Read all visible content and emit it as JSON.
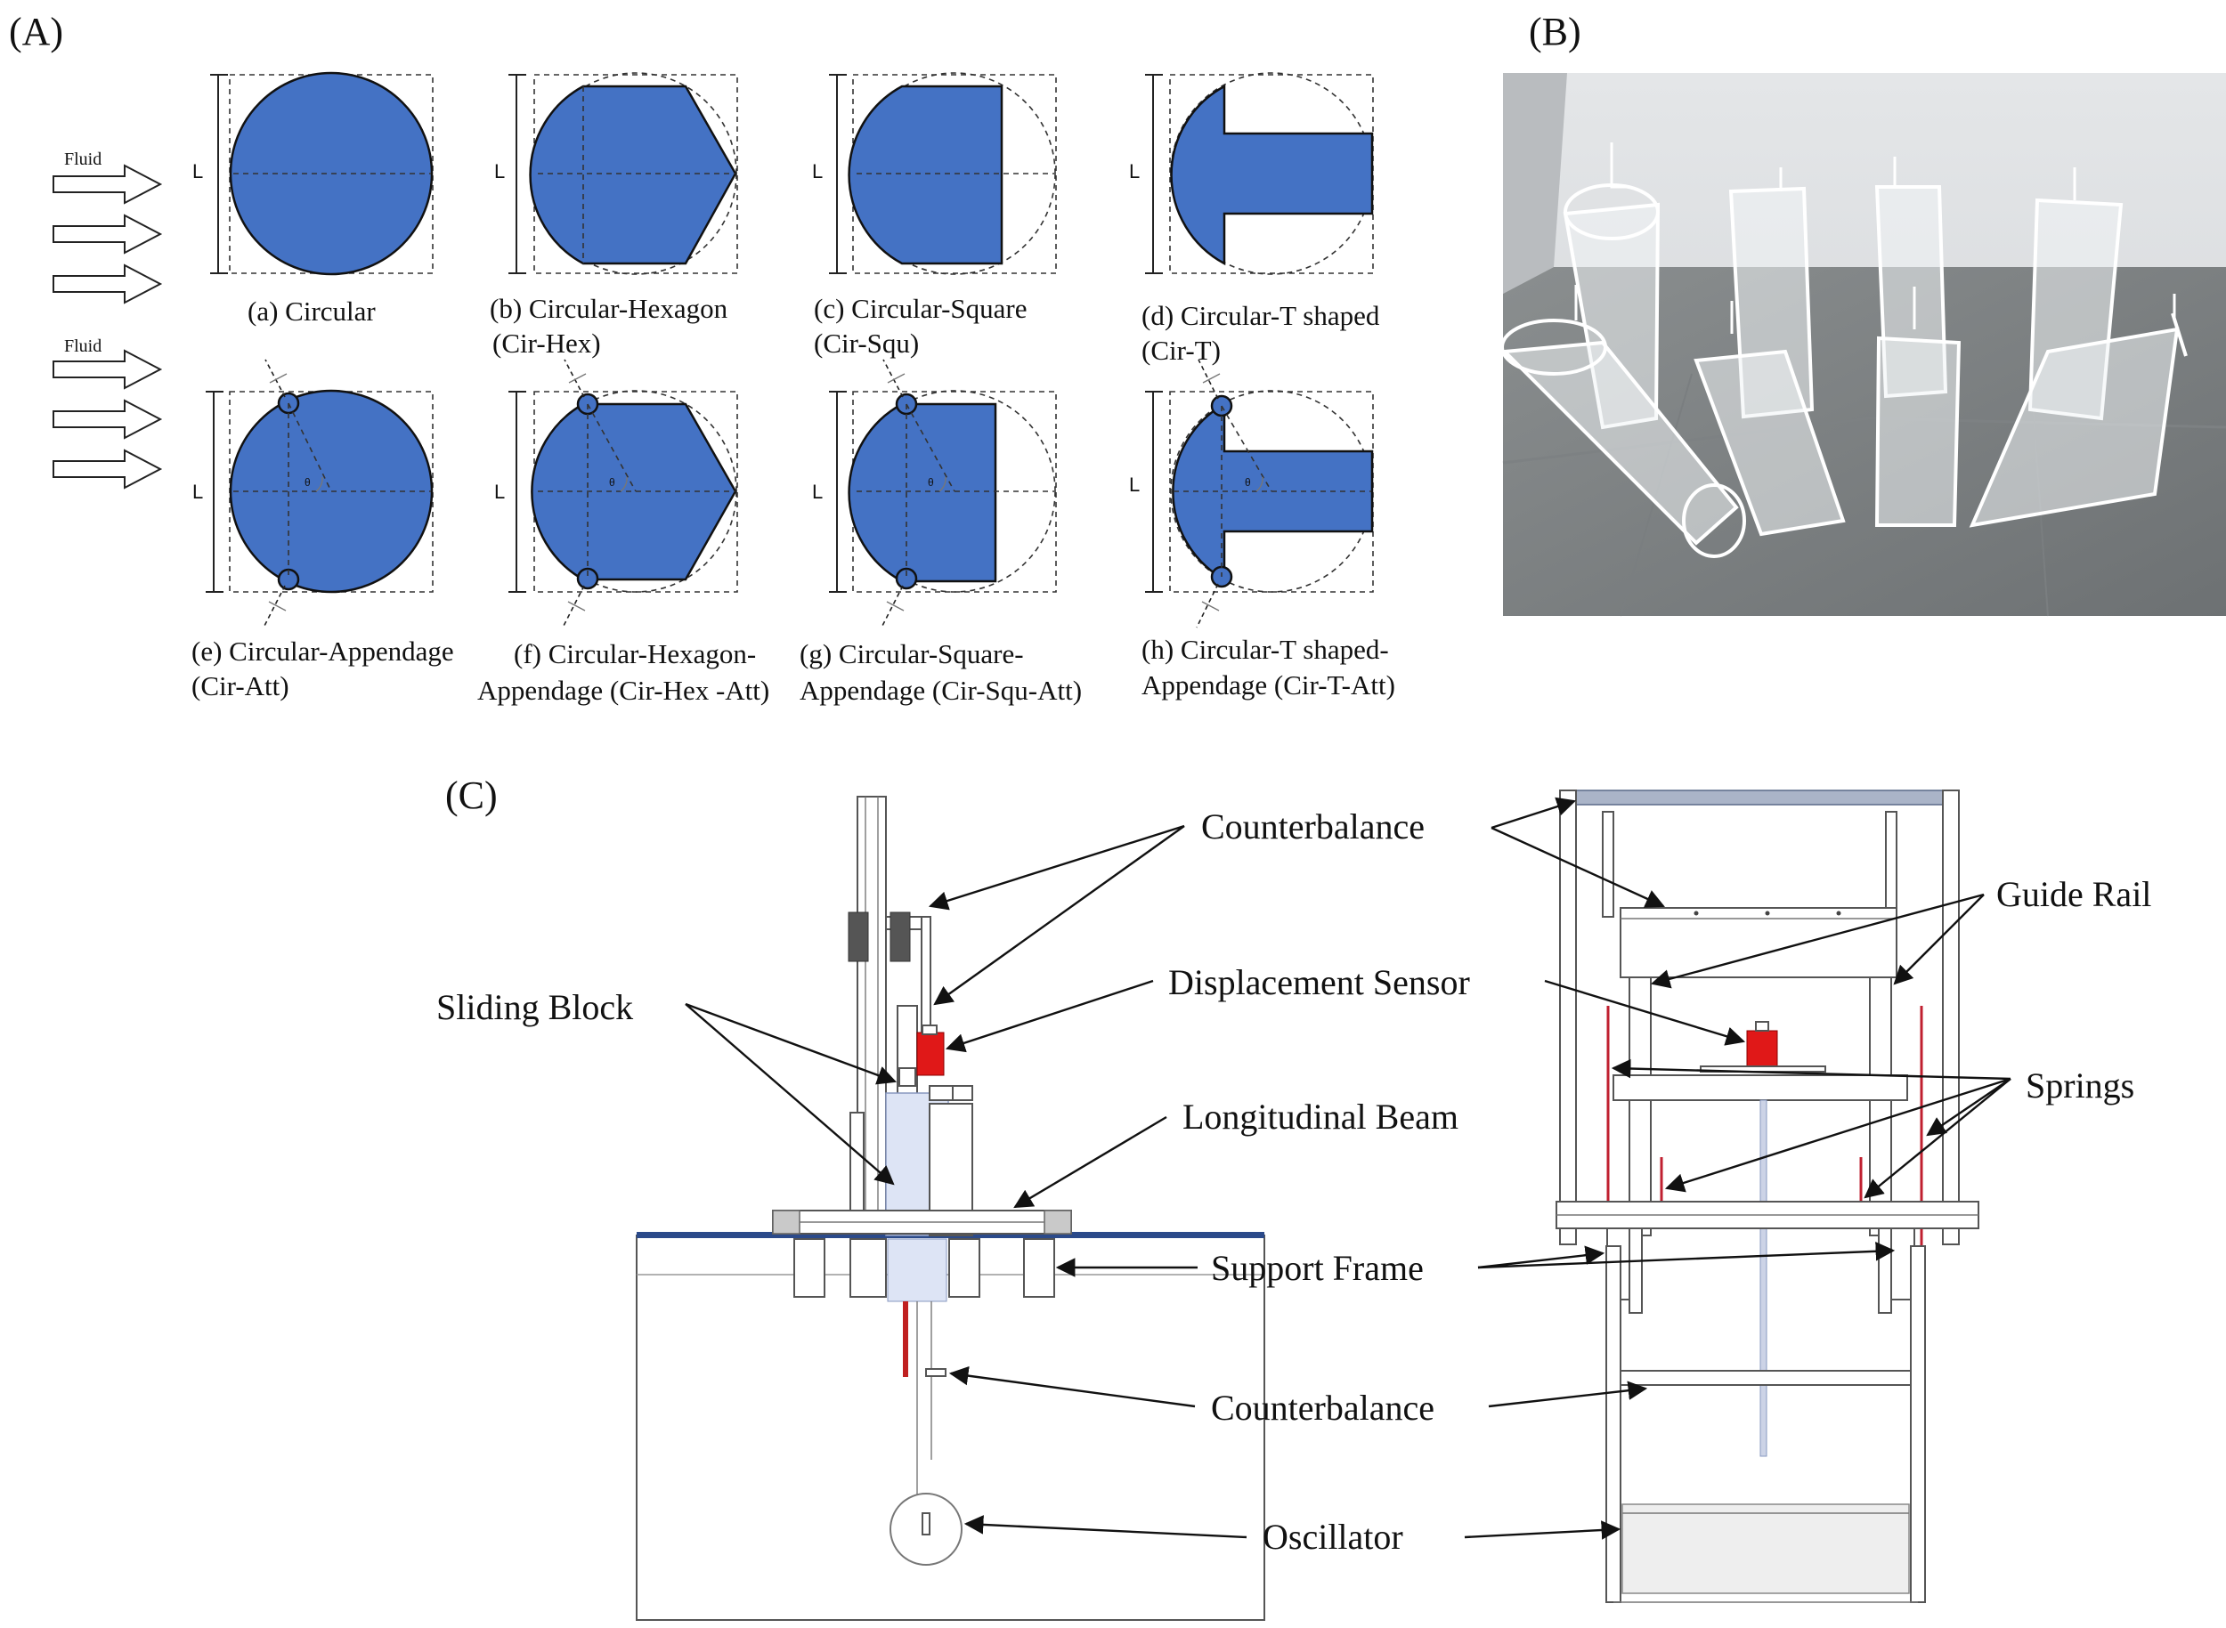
{
  "panels": {
    "a": "(A)",
    "b": "(B)",
    "c": "(C)"
  },
  "fluid_label": "Fluid",
  "dim_label": "L",
  "theta_label": "θ",
  "shapes": [
    {
      "line1": "(a) Circular",
      "line2": ""
    },
    {
      "line1": "(b) Circular-Hexagon",
      "line2": "(Cir-Hex)"
    },
    {
      "line1": "(c) Circular-Square",
      "line2": "(Cir-Squ)"
    },
    {
      "line1": "(d) Circular-T shaped",
      "line2": "(Cir-T)"
    },
    {
      "line1": "(e) Circular-Appendage",
      "line2": "(Cir-Att)"
    },
    {
      "line1": "(f) Circular-Hexagon-",
      "line2": "Appendage (Cir-Hex -Att)"
    },
    {
      "line1": "(g) Circular-Square-",
      "line2": "Appendage (Cir-Squ-Att)"
    },
    {
      "line1": "(h) Circular-T shaped-",
      "line2": "Appendage (Cir-T-Att)"
    }
  ],
  "annotations": {
    "counterbalance_top": "Counterbalance",
    "guide_rail": "Guide Rail",
    "displacement_sensor": "Displacement Sensor",
    "sliding_block": "Sliding Block",
    "springs": "Springs",
    "longitudinal_beam": "Longitudinal Beam",
    "support_frame": "Support Frame",
    "counterbalance_bottom": "Counterbalance",
    "oscillator": "Oscillator"
  },
  "colors": {
    "shape_fill": "#4472c4",
    "sensor_red": "#e01818",
    "table_blue": "#2b4a8a"
  }
}
